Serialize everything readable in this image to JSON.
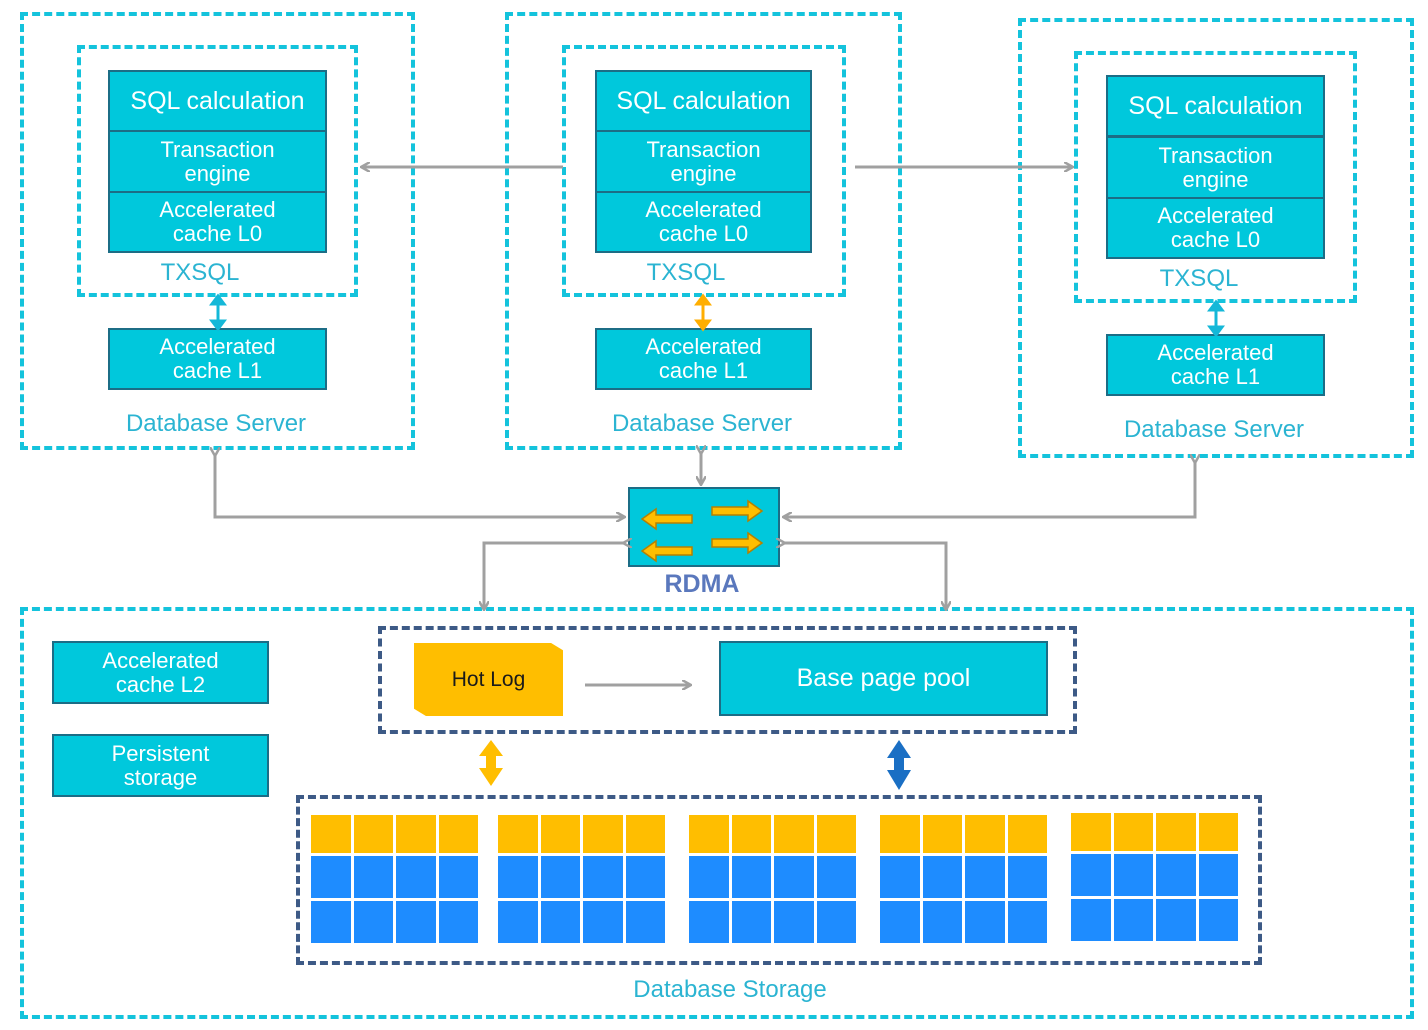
{
  "servers": [
    {
      "sql": "SQL calculation",
      "txn": "Transaction\nengine",
      "l0": "Accelerated\ncache L0",
      "txsql": "TXSQL",
      "l1": "Accelerated\ncache L1",
      "label": "Database Server"
    },
    {
      "sql": "SQL calculation",
      "txn": "Transaction\nengine",
      "l0": "Accelerated\ncache L0",
      "txsql": "TXSQL",
      "l1": "Accelerated\ncache L1",
      "label": "Database Server"
    },
    {
      "sql": "SQL calculation",
      "txn": "Transaction\nengine",
      "l0": "Accelerated\ncache L0",
      "txsql": "TXSQL",
      "l1": "Accelerated\ncache L1",
      "label": "Database Server"
    }
  ],
  "rdma": {
    "label": "RDMA"
  },
  "storage": {
    "legend_l2": "Accelerated\ncache L2",
    "legend_persistent": "Persistent\nstorage",
    "hot_log": "Hot Log",
    "base_page_pool": "Base page pool",
    "label": "Database Storage"
  },
  "colors": {
    "cyan": "#00c8dc",
    "dash": "#14c3dc",
    "navy": "#3d5a86",
    "yellow": "#ffbe00",
    "blue": "#1e8cff",
    "arrow": "#a0a0a0"
  }
}
